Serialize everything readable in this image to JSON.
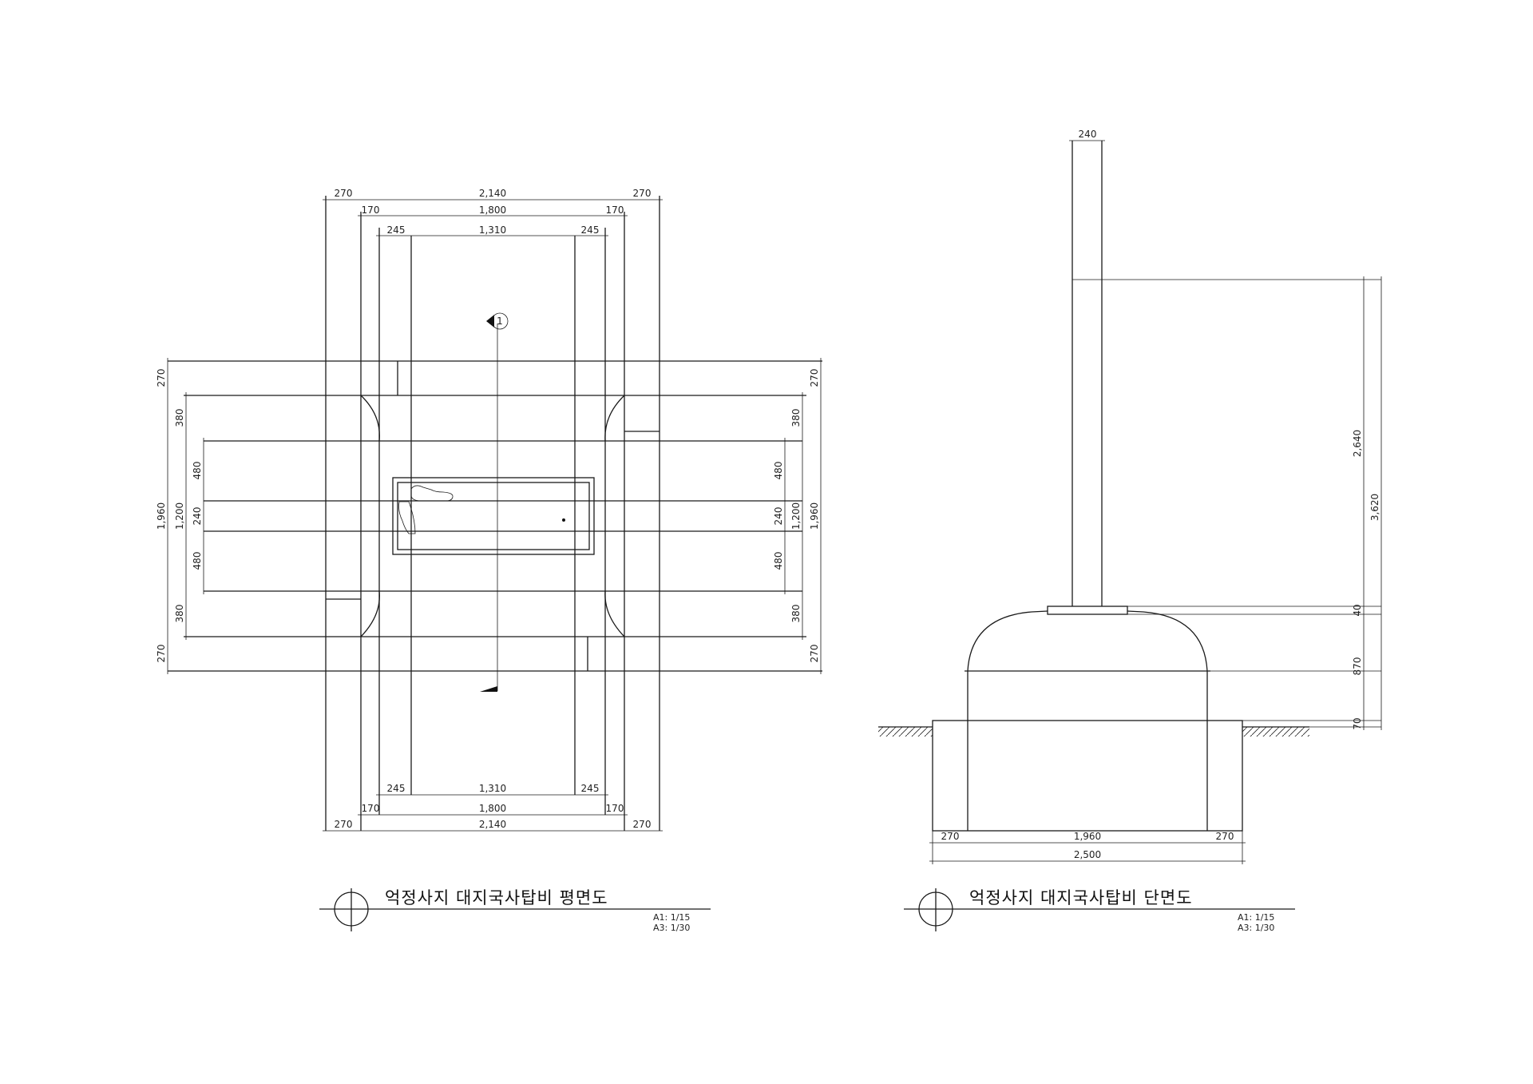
{
  "plan": {
    "title": "억정사지 대지국사탑비 평면도",
    "scale_a1": "A1: 1/15",
    "scale_a3": "A3: 1/30",
    "section_marker": "1",
    "dims": {
      "top_outer_left": "270",
      "top_outer_mid": "2,140",
      "top_outer_right": "270",
      "top_mid_left": "170",
      "top_mid_mid": "1,800",
      "top_mid_right": "170",
      "top_inner_left": "245",
      "top_inner_mid": "1,310",
      "top_inner_right": "245",
      "bot_inner_left": "245",
      "bot_inner_mid": "1,310",
      "bot_inner_right": "245",
      "bot_mid_left": "170",
      "bot_mid_mid": "1,800",
      "bot_mid_right": "170",
      "bot_outer_left": "270",
      "bot_outer_mid": "2,140",
      "bot_outer_right": "270",
      "left_outer_top": "270",
      "left_outer_mid": "1,960",
      "left_outer_bot": "270",
      "left_mid_top": "380",
      "left_mid_mid": "1,200",
      "left_mid_bot": "380",
      "left_inner_top": "480",
      "left_inner_mid": "240",
      "left_inner_bot": "480",
      "right_outer_top": "270",
      "right_outer_mid": "1,960",
      "right_outer_bot": "270",
      "right_mid_top": "380",
      "right_mid_mid": "1,200",
      "right_mid_bot": "380",
      "right_inner_top": "480",
      "right_inner_mid": "240",
      "right_inner_bot": "480"
    }
  },
  "section": {
    "title": "억정사지 대지국사탑비 단면도",
    "scale_a1": "A1: 1/15",
    "scale_a3": "A3: 1/30",
    "dims": {
      "stele_width": "240",
      "upper_height": "2,640",
      "total_height": "3,620",
      "joint": "40",
      "base_height": "870",
      "ground": "70",
      "bottom_left": "270",
      "bottom_mid": "1,960",
      "bottom_right": "270",
      "bottom_total": "2,500"
    }
  }
}
